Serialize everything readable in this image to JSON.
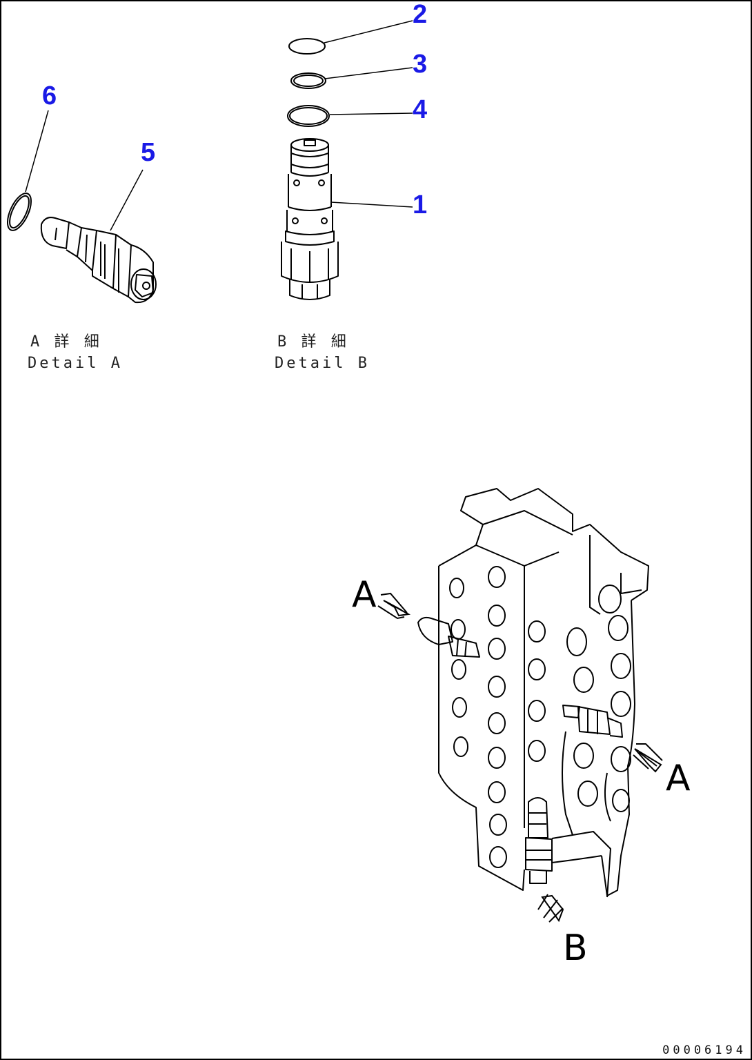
{
  "callouts": {
    "c1": "1",
    "c2": "2",
    "c3": "3",
    "c4": "4",
    "c5": "5",
    "c6": "6"
  },
  "captions": {
    "detail_a_jp": "A 詳 細",
    "detail_a_en": "Detail A",
    "detail_b_jp": "B 詳 細",
    "detail_b_en": "Detail B"
  },
  "view_labels": {
    "arrow_a_left": "A",
    "arrow_a_right": "A",
    "arrow_b": "B"
  },
  "drawing_number": "00006194",
  "colors": {
    "callout": "#1a1ae6",
    "line": "#000000",
    "background": "#ffffff"
  }
}
